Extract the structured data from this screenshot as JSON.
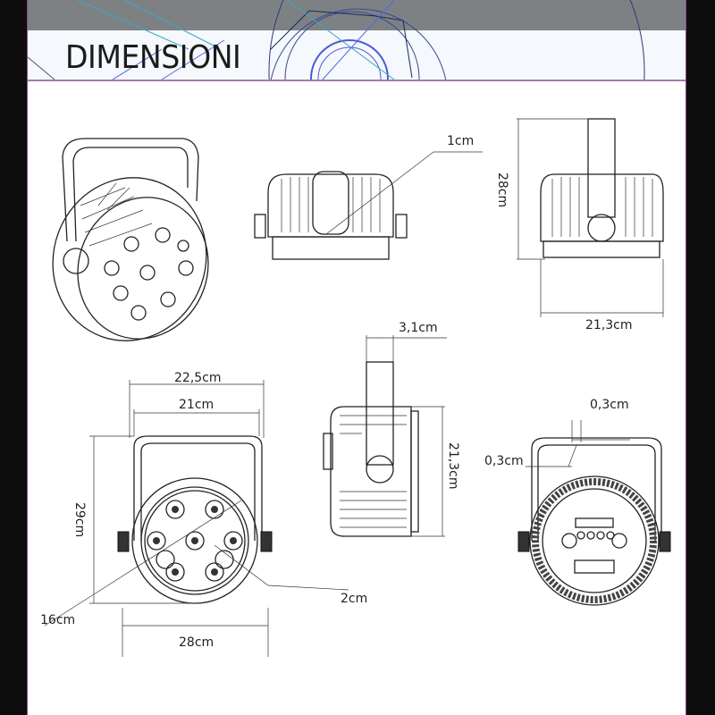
{
  "header": {
    "title": "DIMENSIONI"
  },
  "dimensions": {
    "top_side_depth": "1cm",
    "back_height": "28cm",
    "back_width": "21,3cm",
    "bracket_width": "3,1cm",
    "front_outer_width": "22,5cm",
    "front_bracket_width": "21cm",
    "bracket_thickness_top": "0,3cm",
    "bracket_thickness_side": "0,3cm",
    "side_height": "21,3cm",
    "front_height": "29cm",
    "led_spacing": "2cm",
    "lens_diameter": "16cm",
    "front_width": "28cm"
  },
  "colors": {
    "header_gray": "#7e8184",
    "header_light": "#f5f8fc",
    "border": "#a77aa8"
  }
}
